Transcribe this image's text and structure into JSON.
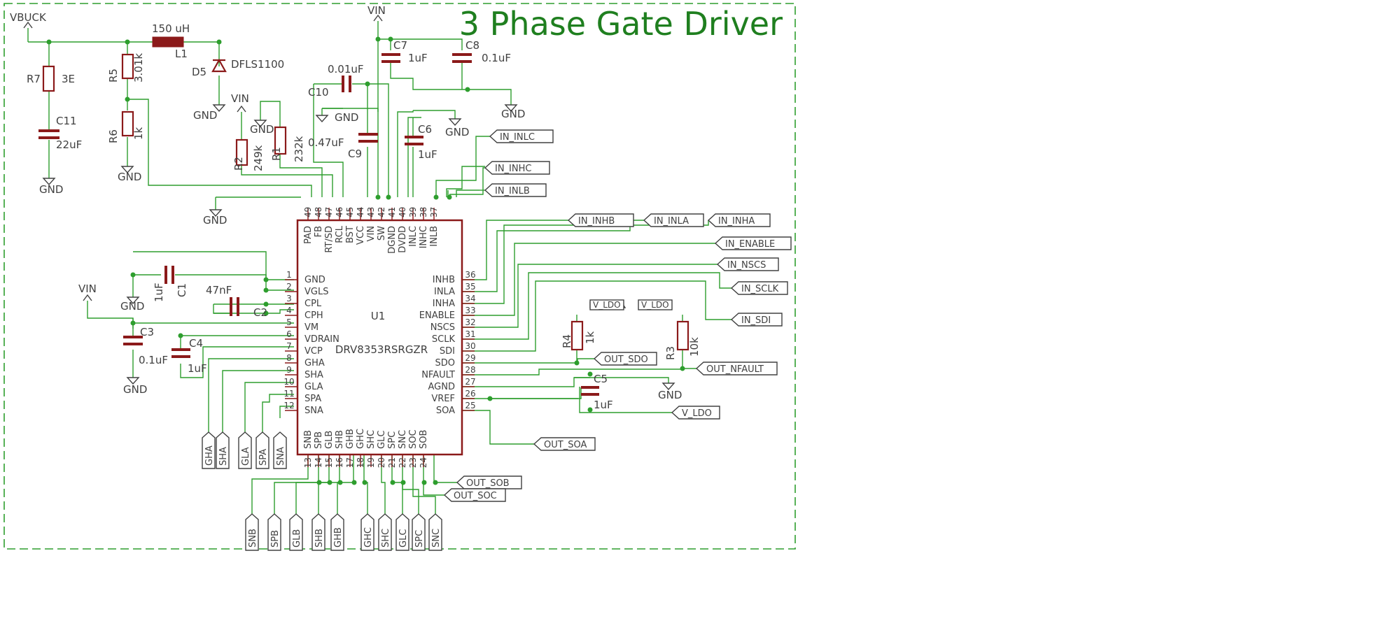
{
  "title": "3 Phase Gate Driver",
  "colors": {
    "wire": "#2e9e2e",
    "part": "#8b1a1a",
    "text": "#404040",
    "title": "#1f7f1f",
    "frame": "#2e9e2e"
  },
  "ic": {
    "ref": "U1",
    "part": "DRV8353RSRGZR",
    "left_pins": [
      {
        "num": "1",
        "name": "GND"
      },
      {
        "num": "2",
        "name": "VGLS"
      },
      {
        "num": "3",
        "name": "CPL"
      },
      {
        "num": "4",
        "name": "CPH"
      },
      {
        "num": "5",
        "name": "VM"
      },
      {
        "num": "6",
        "name": "VDRAIN"
      },
      {
        "num": "7",
        "name": "VCP"
      },
      {
        "num": "8",
        "name": "GHA"
      },
      {
        "num": "9",
        "name": "SHA"
      },
      {
        "num": "10",
        "name": "GLA"
      },
      {
        "num": "11",
        "name": "SPA"
      },
      {
        "num": "12",
        "name": "SNA"
      }
    ],
    "right_pins": [
      {
        "num": "36",
        "name": "INHB"
      },
      {
        "num": "35",
        "name": "INLA"
      },
      {
        "num": "34",
        "name": "INHA"
      },
      {
        "num": "33",
        "name": "ENABLE"
      },
      {
        "num": "32",
        "name": "NSCS"
      },
      {
        "num": "31",
        "name": "SCLK"
      },
      {
        "num": "30",
        "name": "SDI"
      },
      {
        "num": "29",
        "name": "SDO"
      },
      {
        "num": "28",
        "name": "NFAULT"
      },
      {
        "num": "27",
        "name": "AGND"
      },
      {
        "num": "26",
        "name": "VREF"
      },
      {
        "num": "25",
        "name": "SOA"
      }
    ],
    "top_pins": [
      {
        "num": "49",
        "name": "PAD"
      },
      {
        "num": "48",
        "name": "FB"
      },
      {
        "num": "47",
        "name": "RT/SD"
      },
      {
        "num": "46",
        "name": "RCL"
      },
      {
        "num": "45",
        "name": "BST"
      },
      {
        "num": "44",
        "name": "VCC"
      },
      {
        "num": "43",
        "name": "VIN"
      },
      {
        "num": "42",
        "name": "SW"
      },
      {
        "num": "41",
        "name": "DGND"
      },
      {
        "num": "40",
        "name": "DVDD"
      },
      {
        "num": "39",
        "name": "INLC"
      },
      {
        "num": "38",
        "name": "INHC"
      },
      {
        "num": "37",
        "name": "INLB"
      }
    ],
    "bottom_pins": [
      {
        "num": "13",
        "name": "SNB"
      },
      {
        "num": "14",
        "name": "SPB"
      },
      {
        "num": "15",
        "name": "GLB"
      },
      {
        "num": "16",
        "name": "SHB"
      },
      {
        "num": "17",
        "name": "GHB"
      },
      {
        "num": "18",
        "name": "GHC"
      },
      {
        "num": "19",
        "name": "SHC"
      },
      {
        "num": "20",
        "name": "GLC"
      },
      {
        "num": "21",
        "name": "SPC"
      },
      {
        "num": "22",
        "name": "SNC"
      },
      {
        "num": "23",
        "name": "SOC"
      },
      {
        "num": "24",
        "name": "SOB"
      }
    ]
  },
  "components": [
    {
      "ref": "R7",
      "value": "3E"
    },
    {
      "ref": "C11",
      "value": "22uF"
    },
    {
      "ref": "R5",
      "value": "3.01k"
    },
    {
      "ref": "R6",
      "value": "1k"
    },
    {
      "ref": "L1",
      "value": "150 uH"
    },
    {
      "ref": "D5",
      "value": "DFLS1100"
    },
    {
      "ref": "R2",
      "value": "249k"
    },
    {
      "ref": "R1",
      "value": "232k"
    },
    {
      "ref": "C10",
      "value": "0.01uF"
    },
    {
      "ref": "C9",
      "value": "0.47uF"
    },
    {
      "ref": "C7",
      "value": "1uF"
    },
    {
      "ref": "C8",
      "value": "0.1uF"
    },
    {
      "ref": "C6",
      "value": "1uF"
    },
    {
      "ref": "C1",
      "value": "1uF"
    },
    {
      "ref": "C2",
      "value": "47nF"
    },
    {
      "ref": "C3",
      "value": "0.1uF"
    },
    {
      "ref": "C4",
      "value": "1uF"
    },
    {
      "ref": "R4",
      "value": "1k"
    },
    {
      "ref": "R3",
      "value": "10k"
    },
    {
      "ref": "C5",
      "value": "1uF"
    }
  ],
  "power": {
    "vbuck": "VBUCK",
    "vin": "VIN",
    "gnd": "GND"
  },
  "net_labels": {
    "in_inlc": "IN_INLC",
    "in_inhc": "IN_INHC",
    "in_inlb": "IN_INLB",
    "in_inhb": "IN_INHB",
    "in_inla": "IN_INLA",
    "in_inha": "IN_INHA",
    "in_enable": "IN_ENABLE",
    "in_nscs": "IN_NSCS",
    "in_sclk": "IN_SCLK",
    "in_sdi": "IN_SDI",
    "out_sdo": "OUT_SDO",
    "out_nfault": "OUT_NFAULT",
    "v_ldo": "V_LDO",
    "out_soa": "OUT_SOA",
    "out_sob": "OUT_SOB",
    "out_soc": "OUT_SOC"
  },
  "gate_labels_left": [
    "GHA",
    "SHA",
    "GLA",
    "SPA",
    "SNA"
  ],
  "gate_labels_bottom": [
    "SNB",
    "SPB",
    "GLB",
    "SHB",
    "GHB",
    "GHC",
    "SHC",
    "GLC",
    "SPC",
    "SNC"
  ]
}
